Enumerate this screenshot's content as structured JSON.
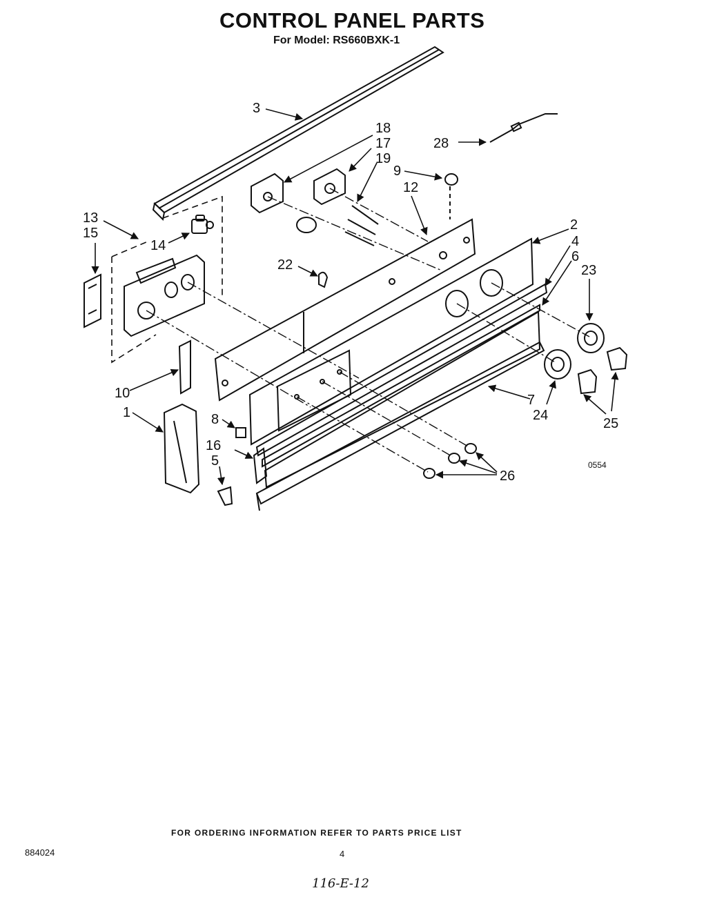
{
  "header": {
    "title": "CONTROL PANEL PARTS",
    "subtitle": "For Model: RS660BXK-1"
  },
  "diagram": {
    "callouts": [
      "1",
      "2",
      "3",
      "4",
      "5",
      "6",
      "7",
      "8",
      "9",
      "10",
      "12",
      "13",
      "14",
      "15",
      "16",
      "17",
      "18",
      "19",
      "22",
      "23",
      "24",
      "25",
      "26",
      "28"
    ],
    "figure_code": "0554"
  },
  "footer": {
    "ordering_note": "FOR ORDERING INFORMATION REFER TO PARTS PRICE LIST",
    "document_number": "884024",
    "page_number": "4",
    "handwritten_ref": "116-E-12"
  }
}
